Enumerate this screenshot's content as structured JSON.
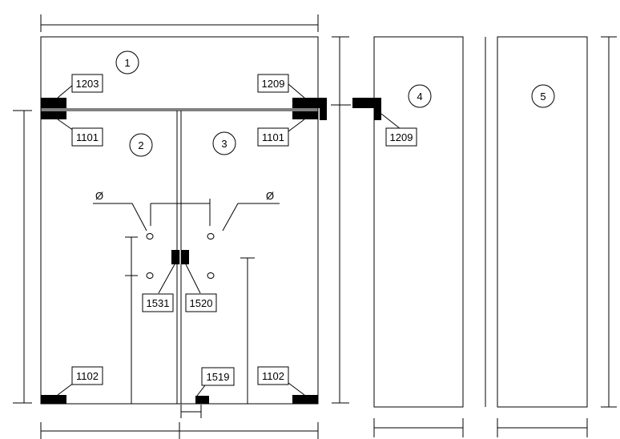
{
  "panels": [
    {
      "id": "1"
    },
    {
      "id": "2"
    },
    {
      "id": "3"
    },
    {
      "id": "4"
    },
    {
      "id": "5"
    }
  ],
  "labels": {
    "top_left": "1203",
    "top_right": "1209",
    "hinge_left": "1101",
    "hinge_right": "1101",
    "panel4_fitting": "1209",
    "lock_left": "1531",
    "lock_right": "1520",
    "bottom_left": "1102",
    "bottom_right": "1102",
    "bottom_center": "1519"
  },
  "symbols": {
    "diameter_left": "Ø",
    "diameter_right": "Ø"
  }
}
